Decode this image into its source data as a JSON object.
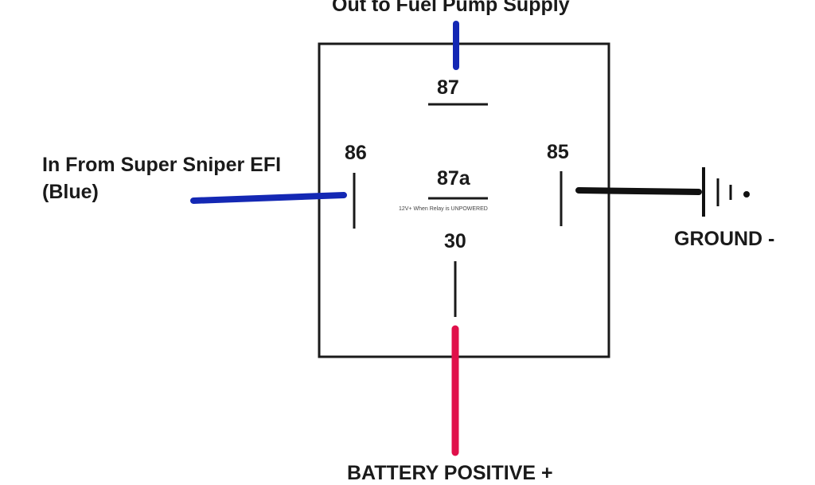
{
  "labels": {
    "top": "Out to Fuel Pump Supply",
    "left_line1": "In From Super Sniper EFI",
    "left_line2": "(Blue)",
    "right": "GROUND -",
    "bottom": "BATTERY POSITIVE +"
  },
  "pins": {
    "p87": "87",
    "p86": "86",
    "p85": "85",
    "p87a": "87a",
    "p30": "30"
  },
  "note": "12V+ When Relay is UNPOWERED",
  "colors": {
    "outline": "#1a1a1a",
    "blue_wire": "#1428b4",
    "red_wire": "#e0104a",
    "ground_wire": "#111111"
  },
  "icons": {
    "ground": "ground-symbol-icon"
  }
}
